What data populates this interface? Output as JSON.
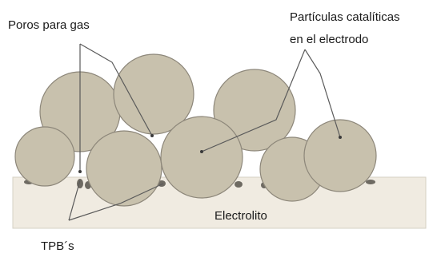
{
  "labels": {
    "pores": "Poros para gas",
    "particles_line1": "Partículas catalíticas",
    "particles_line2": "en el electrodo",
    "electrolyte": "Electrolito",
    "tpb": "TPB´s"
  },
  "colors": {
    "particle_fill": "#c8c1ad",
    "particle_stroke": "#8d877a",
    "electrolyte_fill": "#f0ebe1",
    "leader_line": "#5a5a5a",
    "text": "#1a1a1a"
  }
}
